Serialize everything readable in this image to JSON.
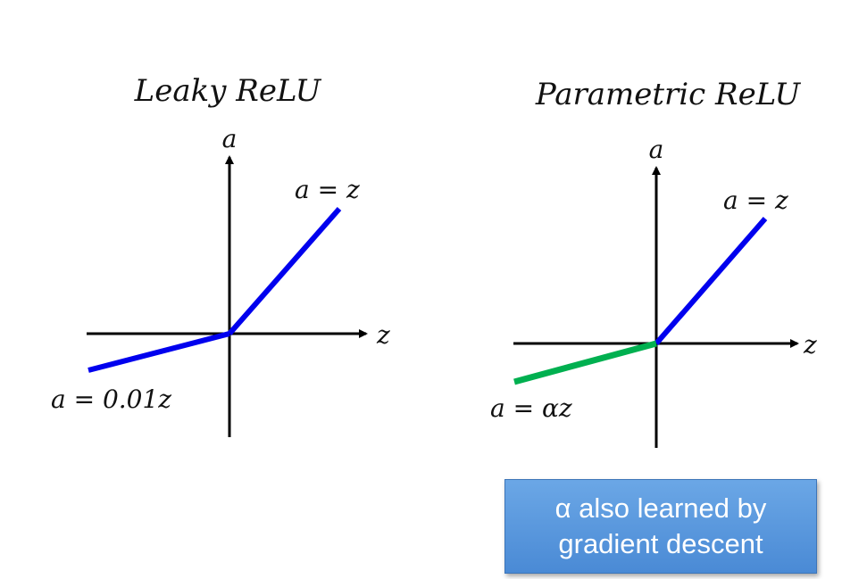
{
  "left_panel": {
    "title": "Leaky ReLU",
    "y_axis_label": "a",
    "x_axis_label": "z",
    "positive_label": "a = z",
    "negative_label": "a = 0.01z",
    "positive_color": "#0000ee",
    "negative_color": "#0000ee"
  },
  "right_panel": {
    "title": "Parametric ReLU",
    "y_axis_label": "a",
    "x_axis_label": "z",
    "positive_label": "a = z",
    "negative_label": "a = αz",
    "positive_color": "#0000ee",
    "negative_color": "#00b050"
  },
  "note": {
    "line1": "α also learned by",
    "line2": "gradient descent",
    "color": "#5b9bd5"
  }
}
